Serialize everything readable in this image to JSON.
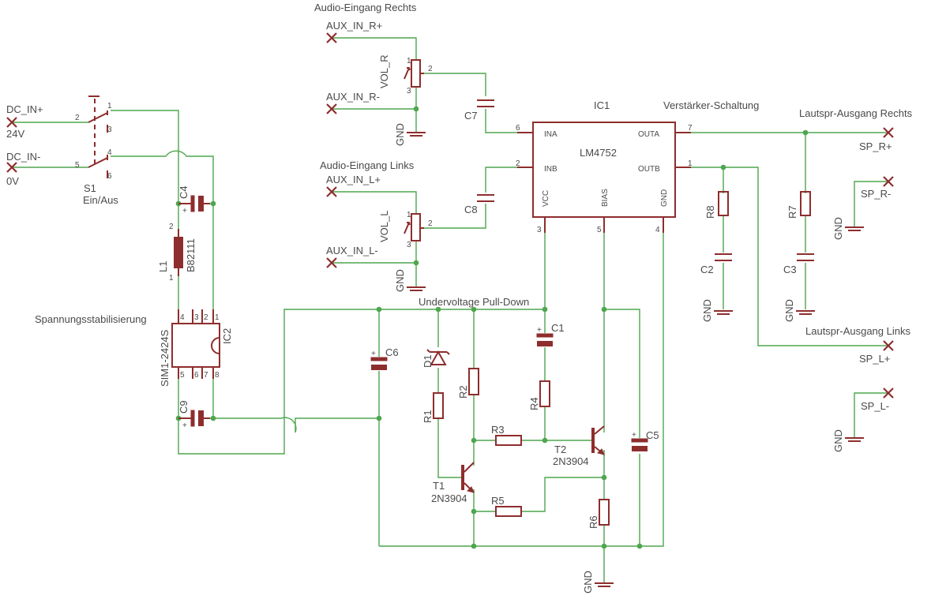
{
  "headings": {
    "audio_right": "Audio-Eingang Rechts",
    "audio_left": "Audio-Eingang Links",
    "amplifier": "Verstärker-Schaltung",
    "speaker_right": "Lautspr-Ausgang Rechts",
    "speaker_left": "Lautspr-Ausgang Links",
    "regulation": "Spannungsstabilisierung",
    "undervoltage": "Undervoltage Pull-Down"
  },
  "connectors": {
    "dc_in_plus": "DC_IN+",
    "dc_in_plus_value": "24V",
    "dc_in_minus": "DC_IN-",
    "dc_in_minus_value": "0V",
    "aux_in_r_plus": "AUX_IN_R+",
    "aux_in_r_minus": "AUX_IN_R-",
    "aux_in_l_plus": "AUX_IN_L+",
    "aux_in_l_minus": "AUX_IN_L-",
    "sp_r_plus": "SP_R+",
    "sp_r_minus": "SP_R-",
    "sp_l_plus": "SP_L+",
    "sp_l_minus": "SP_L-"
  },
  "components": {
    "s1_name": "S1",
    "s1_value": "Ein/Aus",
    "c4": "C4",
    "l1": "L1",
    "l1_value": "B82111",
    "ic2": "IC2",
    "ic2_value": "SIM1-2424S",
    "c9": "C9",
    "vol_r": "VOL_R",
    "vol_l": "VOL_L",
    "c7": "C7",
    "c8": "C8",
    "ic1": "IC1",
    "ic1_value": "LM4752",
    "ic1_pin_ina": "INA",
    "ic1_pin_inb": "INB",
    "ic1_pin_outa": "OUTA",
    "ic1_pin_outb": "OUTB",
    "ic1_pin_vcc": "VCC",
    "ic1_pin_bias": "BIAS",
    "ic1_pin_gnd": "GND",
    "r8": "R8",
    "c2": "C2",
    "r7": "R7",
    "c3": "C3",
    "c6": "C6",
    "d1": "D1",
    "r1": "R1",
    "r2": "R2",
    "r3": "R3",
    "r4": "R4",
    "r5": "R5",
    "r6": "R6",
    "c1": "C1",
    "c5": "C5",
    "t1": "T1",
    "t1_value": "2N3904",
    "t2": "T2",
    "t2_value": "2N3904",
    "gnd": "GND"
  },
  "pins": {
    "one": "1",
    "two": "2",
    "three": "3",
    "four": "4",
    "five": "5",
    "six": "6",
    "seven": "7",
    "eight": "8",
    "plus": "+"
  },
  "colors": {
    "wire": "#4ea64e",
    "part": "#8e2d2d",
    "text": "#4a4a4a",
    "background": "#ffffff"
  }
}
